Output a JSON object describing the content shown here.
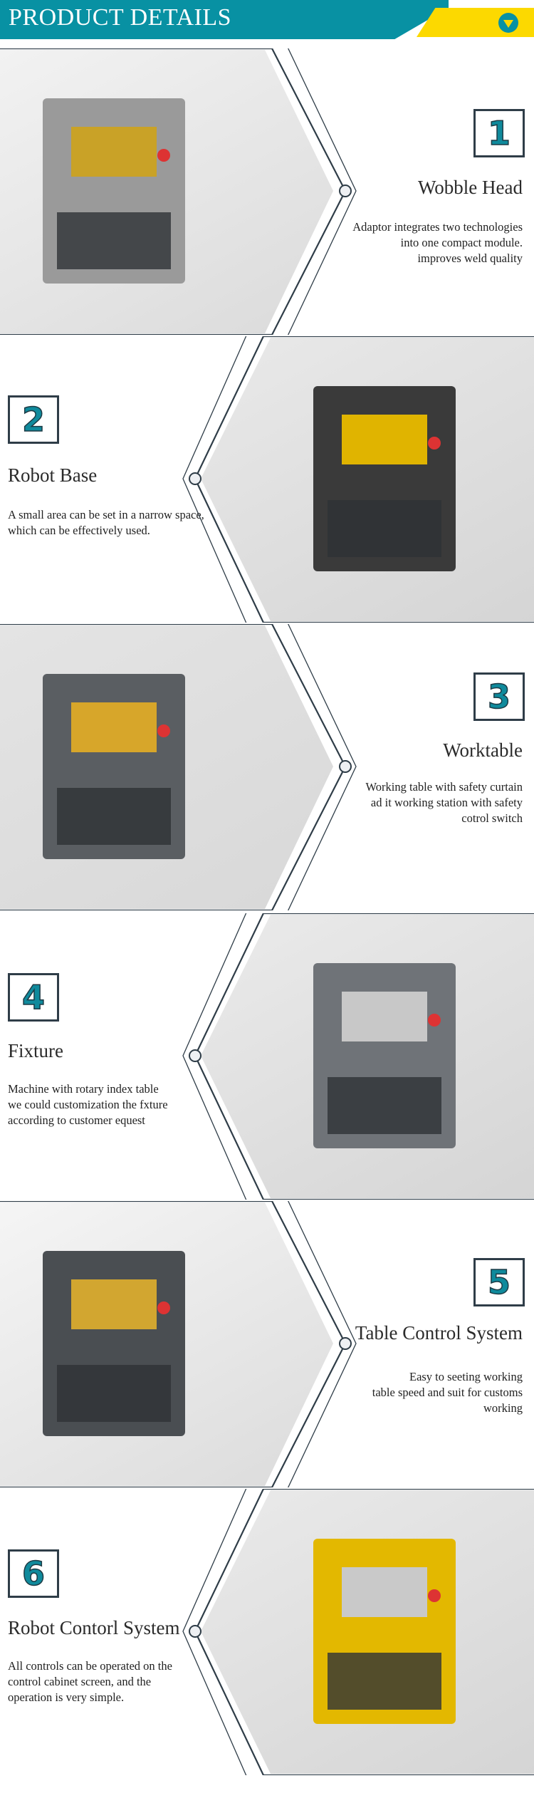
{
  "header": {
    "title": "PRODUCT DETAILS",
    "icon": "chevron-down-circle-icon",
    "colors": {
      "teal": "#0891a3",
      "yellow": "#fcd900"
    }
  },
  "sections": [
    {
      "number": "1",
      "title": "Wobble Head",
      "description": "Adaptor integrates two technologies\ninto one compact module.\nimproves weld quality",
      "photo_side": "left"
    },
    {
      "number": "2",
      "title": "Robot Base",
      "description": "A small area can be set in a narrow space,\nwhich can be effectively used.",
      "photo_side": "right"
    },
    {
      "number": "3",
      "title": "Worktable",
      "description": "Working table with safety curtain\nad it working station with safety\ncotrol  switch",
      "photo_side": "left"
    },
    {
      "number": "4",
      "title": "Fixture",
      "description": "Machine with rotary index table\nwe could customization the fxture\naccording to customer equest",
      "photo_side": "right"
    },
    {
      "number": "5",
      "title": "Table Control System",
      "description": "Easy to seeting working\ntable speed and suit for customs\nworking",
      "photo_side": "left"
    },
    {
      "number": "6",
      "title": "Robot Contorl System",
      "description": "All controls can be operated on the\ncontrol cabinet screen, and the\noperation is very simple.",
      "photo_side": "right"
    }
  ]
}
